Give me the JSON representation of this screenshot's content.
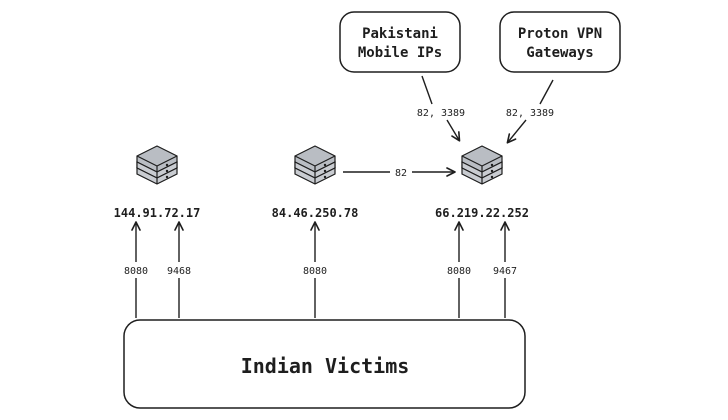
{
  "sources": [
    {
      "label_line1": "Pakistani",
      "label_line2": "Mobile IPs"
    },
    {
      "label_line1": "Proton VPN",
      "label_line2": "Gateways"
    }
  ],
  "servers": [
    {
      "ip": "144.91.72.17"
    },
    {
      "ip": "84.46.250.78"
    },
    {
      "ip": "66.219.22.252"
    }
  ],
  "edges": {
    "pakistani_to_main": "82, 3389",
    "proton_to_main": "82, 3389",
    "mid_to_main": "82",
    "victims_to_s1_a": "8080",
    "victims_to_s1_b": "9468",
    "victims_to_s2": "8080",
    "victims_to_s3_a": "8080",
    "victims_to_s3_b": "9467"
  },
  "victims": {
    "label": "Indian Victims"
  },
  "colors": {
    "stroke": "#1e1e1e",
    "server_fill": "#b9bdc3",
    "background": "#ffffff"
  }
}
